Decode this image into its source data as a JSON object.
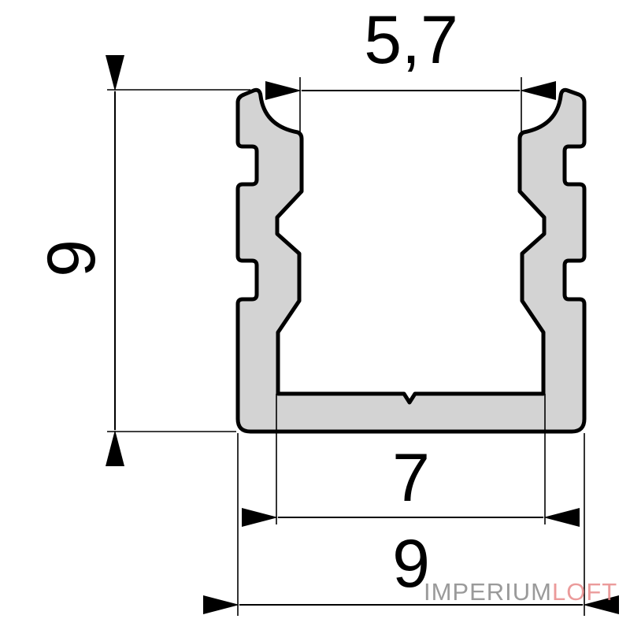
{
  "diagram": {
    "type": "profile-cross-section",
    "units": "mm",
    "profile_fill": "#d3d3d3",
    "profile_stroke": "#000000",
    "dimensions": {
      "top_inner_width": "5,7",
      "height": "9",
      "inner_floor_width": "7",
      "outer_width": "9"
    }
  },
  "watermark": {
    "part1": "IMPERIUM",
    "part2": "LOFT",
    "color1": "#9a9a9a",
    "color2": "#e8898a"
  }
}
